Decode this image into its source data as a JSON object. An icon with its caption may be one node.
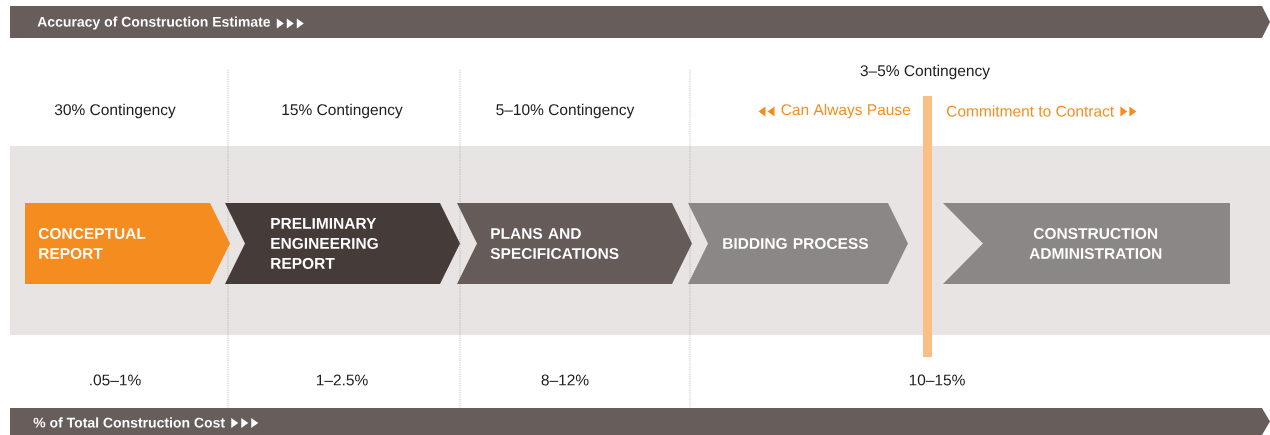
{
  "diagram": {
    "nodes": [
      {
        "text": [
          "Accuracy of Construction Estimate"
        ]
      },
      {
        "text": [
          "CONCEPTUAL REPORT"
        ]
      },
      {
        "text": [
          "PRELIMINARY ENGINEERING REPORT"
        ]
      },
      {
        "text": [
          "PLANS AND SPECIFICATIONS"
        ]
      },
      {
        "text": [
          "BIDDING PROCESS"
        ]
      },
      {
        "text": [
          "CONSTRUCTION ADMINISTRATION"
        ]
      },
      {
        "text": [
          "% of Total Construction Cost"
        ]
      }
    ],
    "labels": [
      "3–5% Contingency",
      "30% Contingency",
      "15% Contingency",
      "5–10% Contingency",
      "Can Always Pause",
      "Commitment to Contract",
      ".05–1%",
      "1–2.5%",
      "8–12%",
      "10–15%"
    ]
  }
}
